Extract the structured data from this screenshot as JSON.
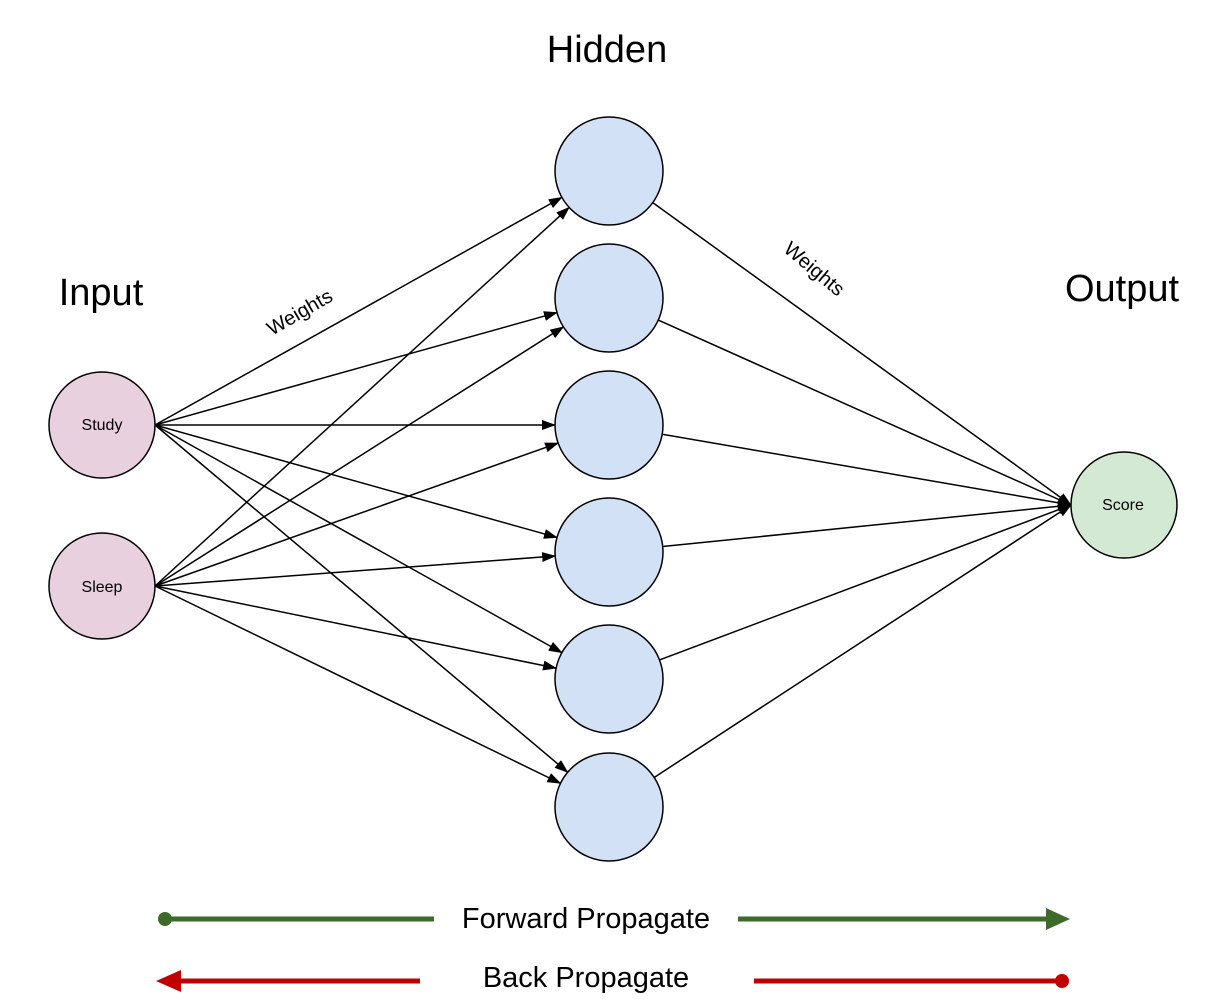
{
  "layers": {
    "input_title": "Input",
    "hidden_title": "Hidden",
    "output_title": "Output"
  },
  "nodes": {
    "input": [
      "Study",
      "Sleep"
    ],
    "hidden_count": 6,
    "output": [
      "Score"
    ]
  },
  "weights_labels": [
    "Weights",
    "Weights"
  ],
  "propagation": {
    "forward_label": "Forward Propagate",
    "back_label": "Back Propagate"
  },
  "colors": {
    "input_fill": "#e8d0df",
    "hidden_fill": "#d2e1f6",
    "output_fill": "#d4e9d4",
    "node_stroke": "#000000",
    "forward_color": "#3e6b2a",
    "back_color": "#c00000"
  }
}
